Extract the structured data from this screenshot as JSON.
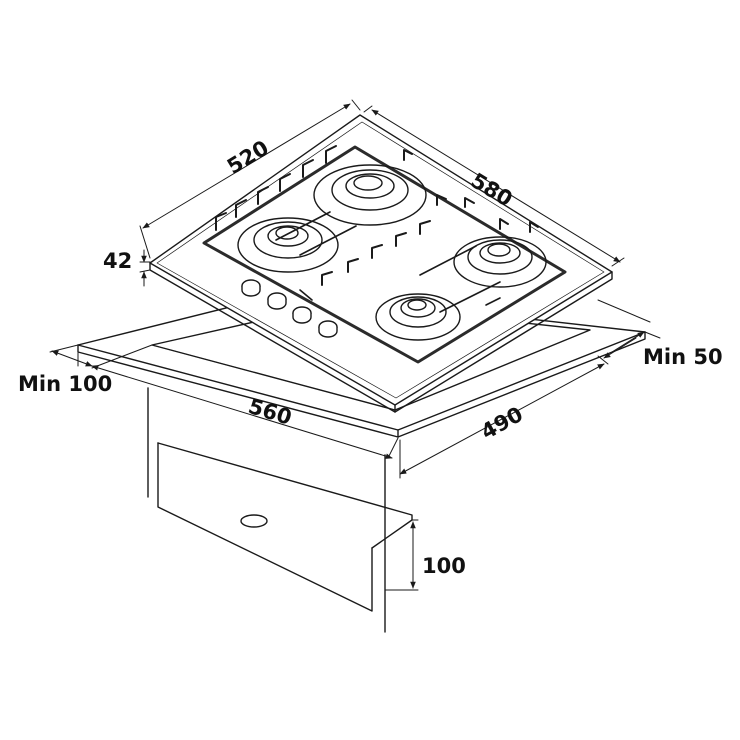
{
  "dimensions": {
    "hob_depth": "520",
    "hob_width": "580",
    "hob_height": "42",
    "clearance_side": "Min 50",
    "clearance_front": "Min 100",
    "cutout_width": "560",
    "cutout_depth": "490",
    "drawer_gap": "100"
  },
  "colors": {
    "line": "#1a1a1a",
    "frame": "#2b2b2b",
    "background": "#ffffff"
  }
}
